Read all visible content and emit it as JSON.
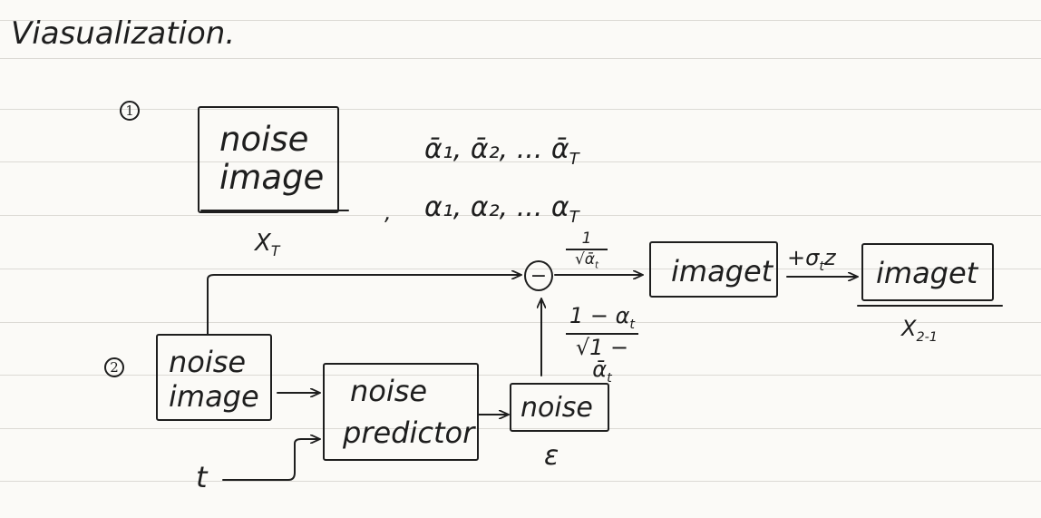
{
  "title": "Viasualization.",
  "step1": {
    "marker": "1",
    "box_line1": "noise",
    "box_line2": "image",
    "box_label": "X",
    "box_label_sub": "T",
    "alpha_bar_seq": "ᾱ₁, ᾱ₂, ... ᾱ",
    "alpha_bar_seq_sub": "T",
    "alpha_seq": "α₁, α₂, ... α",
    "alpha_seq_sub": "T",
    "stray_mark": ","
  },
  "step2": {
    "marker": "2",
    "input_line1": "noise",
    "input_line2": "image",
    "predictor_line1": "noise",
    "predictor_line2": "predictor",
    "t_input": "t",
    "noise_box": "noise",
    "noise_label": "ε",
    "minus": "−",
    "coef_top_num": "1",
    "coef_top_den": "√ᾱ",
    "coef_top_den_sub": "t",
    "coef_side_num": "1 − α",
    "coef_side_num_sub": "t",
    "coef_side_den": "√1 − ᾱ",
    "coef_side_den_sub": "t",
    "image_t": "imaget",
    "add_noise": "+σ",
    "add_noise_sub": "t",
    "add_noise_z": "z",
    "image_out": "imaget",
    "out_label": "X",
    "out_label_sub": "2-1"
  }
}
